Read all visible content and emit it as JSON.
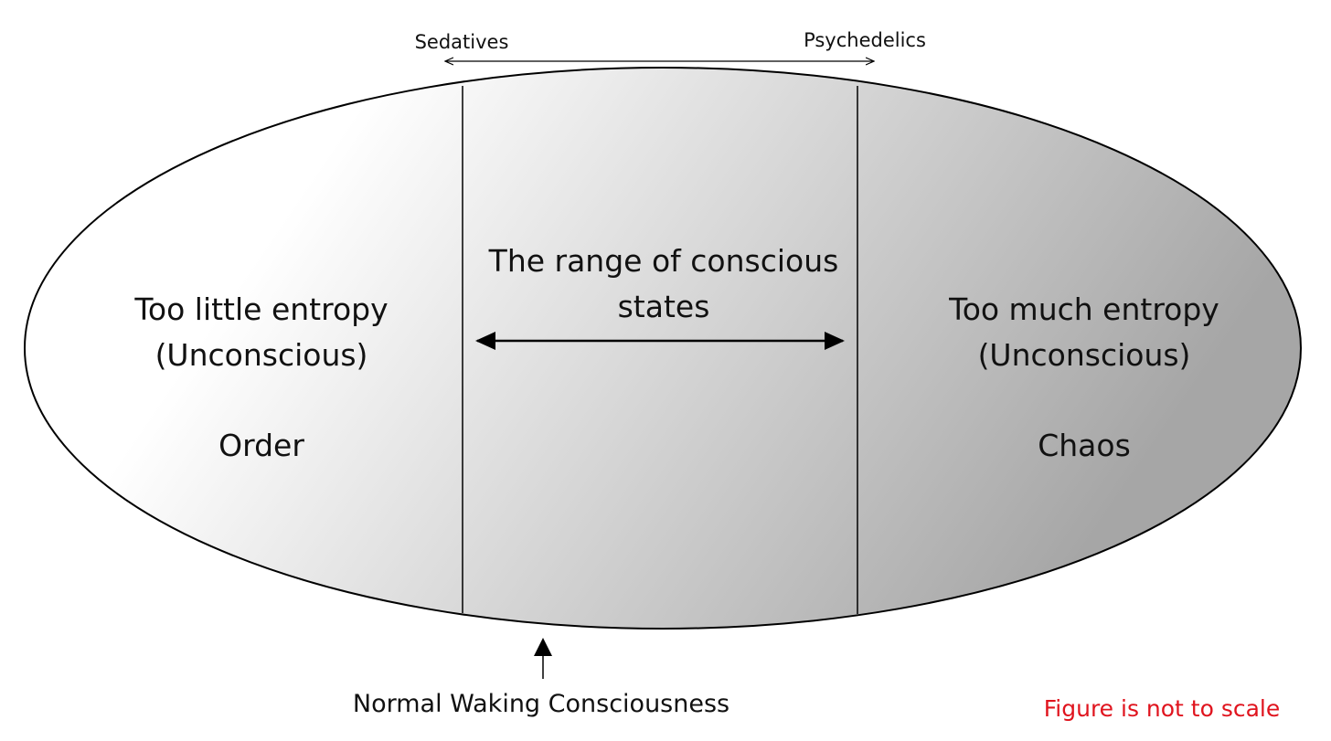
{
  "top_arrow": {
    "left_label": "Sedatives",
    "right_label": "Psychedelics"
  },
  "left_region": {
    "line1": "Too little entropy",
    "line2": "(Unconscious)",
    "line3": "Order"
  },
  "middle_region": {
    "line1": "The range of conscious",
    "line2": "states"
  },
  "right_region": {
    "line1": "Too much entropy",
    "line2": "(Unconscious)",
    "line3": "Chaos"
  },
  "pointer": {
    "label": "Normal Waking Consciousness"
  },
  "note": {
    "text": "Figure is not to scale",
    "color": "#e0141e"
  },
  "colors": {
    "outline": "#000000",
    "gradient_light": "#ffffff",
    "gradient_dark": "#a6a6a6"
  }
}
